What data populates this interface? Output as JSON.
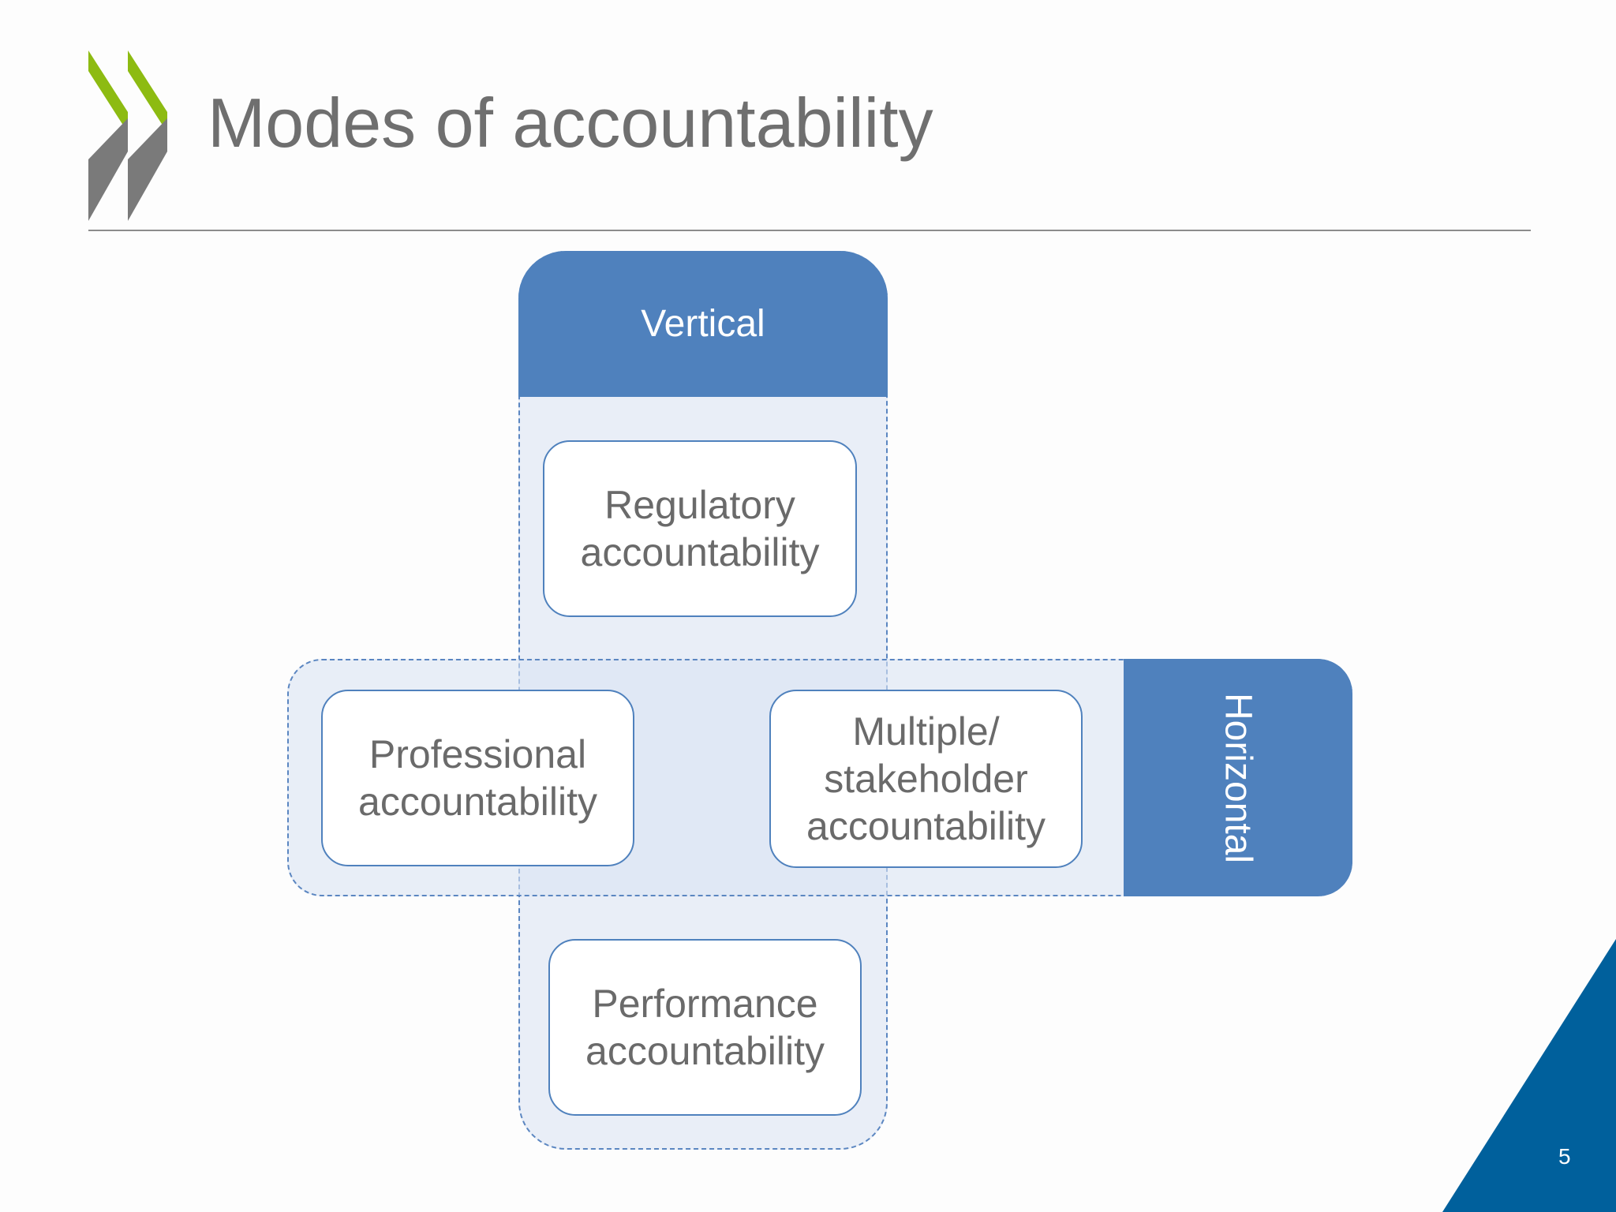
{
  "slide": {
    "title": "Modes of accountability",
    "page_number": "5"
  },
  "diagram": {
    "vertical_label": "Vertical",
    "horizontal_label": "Horizontal",
    "boxes": {
      "regulatory": "Regulatory\naccountability",
      "professional": "Professional\naccountability",
      "multiple": "Multiple/\nstakeholder\naccountability",
      "performance": "Performance\naccountability"
    }
  },
  "colors": {
    "header_blue": "#4f81bd",
    "logo_green": "#8dbb12",
    "logo_grey": "#7a7a7a",
    "corner_blue": "#00609c",
    "title_grey": "#6f6f6f"
  },
  "icons": {
    "logo": "oecd-chevron-logo-icon"
  }
}
